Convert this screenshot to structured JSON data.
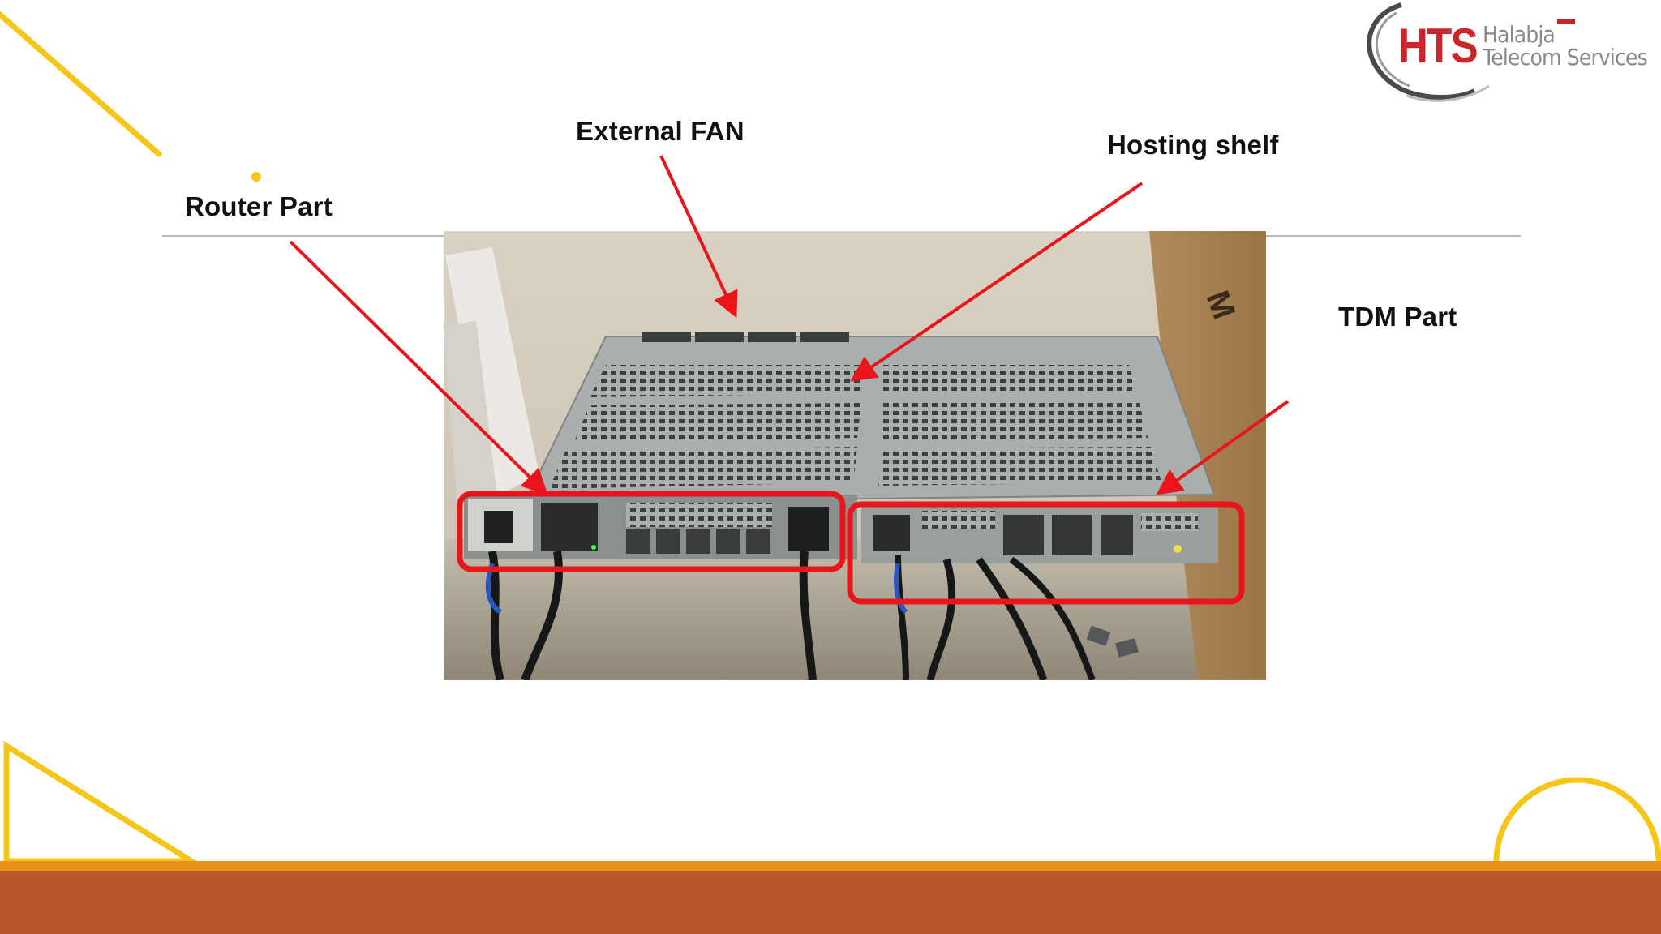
{
  "slide": {
    "labels": {
      "external_fan": "External FAN",
      "hosting_shelf": "Hosting shelf",
      "router_part": "Router Part",
      "tdm_part": "TDM Part"
    }
  },
  "logo": {
    "mark": "HTS",
    "line1": "Halabja",
    "line2": "Telecom Services"
  },
  "colors": {
    "accent_yellow": "#f5c518",
    "footer_orange": "#b9562a",
    "footer_stripe": "#e8921c",
    "callout_red": "#e8161a",
    "logo_red": "#c8262c",
    "logo_gray": "#8a8a8a"
  }
}
